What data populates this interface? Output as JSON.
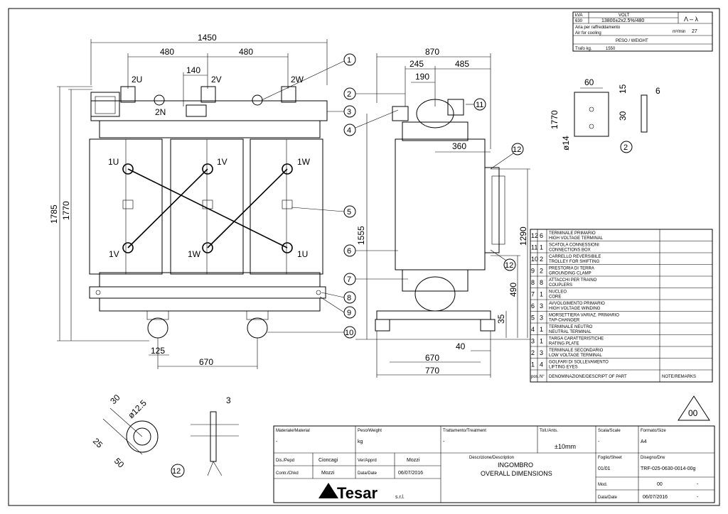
{
  "top_table": {
    "row1": [
      "kVA",
      "VOLT",
      "Λ – λ"
    ],
    "row2": [
      "630",
      "13800±2x2.5%/480"
    ],
    "cooling_it": "Aria per raffreddamento",
    "cooling_en": "Air for cooling",
    "cooling_unit": "m³/min",
    "cooling_value": "27",
    "weight_header": "PESO / WEIGHT",
    "weight_label": "Trafo kg.",
    "weight_value": "1550"
  },
  "front_view": {
    "dims": [
      "1450",
      "480",
      "480",
      "140",
      "1785",
      "1770",
      "125",
      "670"
    ],
    "terminals": [
      "2U",
      "2V",
      "2W",
      "2N"
    ],
    "windings": [
      "1U",
      "1V",
      "1W",
      "1V",
      "1W",
      "1U"
    ]
  },
  "side_view": {
    "dims": [
      "870",
      "245",
      "485",
      "190",
      "360",
      "1555",
      "1290",
      "490",
      "35",
      "40",
      "670",
      "770"
    ]
  },
  "detail_2": {
    "dims": [
      "60",
      "15",
      "6",
      "1770",
      "30",
      "ø14"
    ],
    "callout": "2"
  },
  "detail_12": {
    "dims": [
      "30",
      "ø12.5",
      "25",
      "50",
      "3"
    ],
    "callout": "12"
  },
  "callouts": [
    "1",
    "2",
    "3",
    "4",
    "5",
    "6",
    "7",
    "8",
    "9",
    "10",
    "11",
    "12",
    "12"
  ],
  "parts_list": {
    "rows": [
      {
        "pos": "12",
        "qty": "6",
        "it": "TERMINALE PRIMARIO",
        "en": "HIGH VOLTAGE TERMINAL"
      },
      {
        "pos": "11",
        "qty": "1",
        "it": "SCATOLA CONNESSIONI",
        "en": "CONNECTIONS BOX"
      },
      {
        "pos": "10",
        "qty": "2",
        "it": "CARRELLO REVERSIBILE",
        "en": "TROLLEY FOR SHIFTING"
      },
      {
        "pos": "9",
        "qty": "2",
        "it": "PRESTORIA DI TERRA",
        "en": "GROUNDING CLAMP"
      },
      {
        "pos": "8",
        "qty": "8",
        "it": "ATTACCHI PER TRAINO",
        "en": "COUPLERS"
      },
      {
        "pos": "7",
        "qty": "1",
        "it": "NUCLEO",
        "en": "CORE"
      },
      {
        "pos": "6",
        "qty": "3",
        "it": "AVVOLGIMENTO PRIMARIO",
        "en": "HIGH VOLTAGE WINDING"
      },
      {
        "pos": "5",
        "qty": "3",
        "it": "MORSETTIERA VARIAZ. PRIMARIO",
        "en": "TAP-CHANGER"
      },
      {
        "pos": "4",
        "qty": "1",
        "it": "TERMINALE NEUTRO",
        "en": "NEUTRAL TERMINAL"
      },
      {
        "pos": "3",
        "qty": "1",
        "it": "TARGA CARATTERISTICHE",
        "en": "RATING PLATE"
      },
      {
        "pos": "2",
        "qty": "3",
        "it": "TERMINALE SECONDARIO",
        "en": "LOW VOLTAGE TERMINAL"
      },
      {
        "pos": "1",
        "qty": "4",
        "it": "GOLFARI DI SOLLEVAMENTO",
        "en": "LIFTING EYES"
      }
    ],
    "footer_pos": "pos.",
    "footer_n": "N°",
    "footer_desc": "DENOMINAZIONE/DESCRIPT OF PART",
    "footer_notes": "NOTE/REMARKS"
  },
  "revision_mark": "00",
  "title_block": {
    "material_label": "Materiale/Material",
    "material_value": "-",
    "mass_label": "Peso/Weight",
    "mass_value": "kg",
    "treatment_label": "Trattamento/Treatment",
    "treatment_value": "-",
    "tol_label": "Toll./Ants.",
    "tol_value": "±10mm",
    "scale_label": "Scala/Scale",
    "scale_value": "-",
    "format_label": "Formato/Size",
    "format_value": "A4",
    "drawn_label": "Dis./Pepd",
    "drawn_value": "Cioncagi",
    "verif_label": "Ver/Apprd",
    "verif_value": "Mozzi",
    "contr_label": "Contr./Chkd",
    "contr_value": "Mozzi",
    "date_label": "Data/Date",
    "date_value": "06/07/2016",
    "desc_label": "Descrizione/Description",
    "desc_it": "INGOMBRO",
    "desc_en": "OVERALL DIMENSIONS",
    "sheet_label": "Foglio/Sheet",
    "sheet_value": "01/01",
    "dwg_label": "Disegno/Drw",
    "dwg_value": "TRF-025-0630-0014-00g",
    "mod_label": "Mod.",
    "mod_value": "00",
    "mod_dash": "-",
    "date2_label": "Data/Date",
    "date2_value": "06/07/2016",
    "date2_dash": "-",
    "logo_text": "Tesar",
    "logo_suffix": "s.r.l."
  }
}
